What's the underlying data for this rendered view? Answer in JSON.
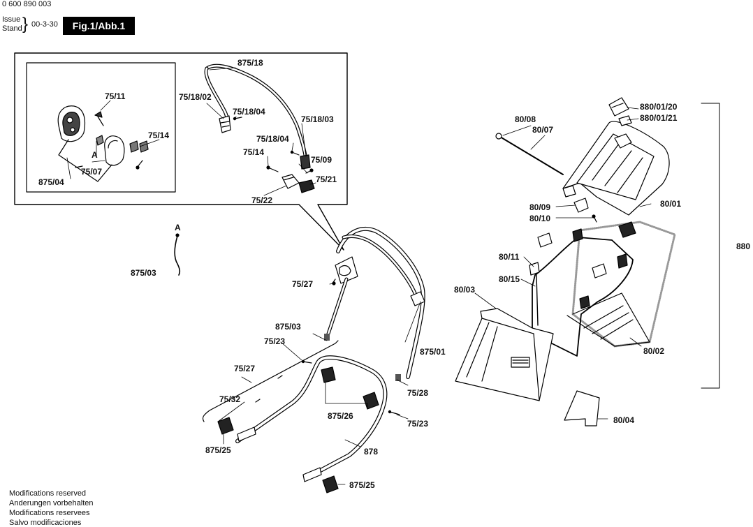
{
  "header": {
    "part_number": "0 600 890 003",
    "issue_label": "Issue",
    "stand_label": "Stand",
    "date": "00-3-30",
    "figure": "Fig.1/Abb.1"
  },
  "labels": {
    "l875_18": "875/18",
    "l75_11": "75/11",
    "l75_18_02": "75/18/02",
    "l75_18_04a": "75/18/04",
    "l75_18_03": "75/18/03",
    "l75_18_04b": "75/18/04",
    "l75_14a": "75/14",
    "lA1": "A",
    "l75_07": "75/07",
    "l875_04": "875/04",
    "l75_14b": "75/14",
    "l75_09": "75/09",
    "l75_21": "75/21",
    "l75_22": "75/22",
    "lA2": "A",
    "l875_03a": "875/03",
    "l75_27a": "75/27",
    "l875_03b": "875/03",
    "l75_23a": "75/23",
    "l875_01": "875/01",
    "l75_27b": "75/27",
    "l75_32": "75/32",
    "l75_28": "75/28",
    "l875_26": "875/26",
    "l75_23b": "75/23",
    "l875_25a": "875/25",
    "l878": "878",
    "l875_25b": "875/25",
    "l80_08": "80/08",
    "l80_07": "80/07",
    "l880_01_20": "880/01/20",
    "l880_01_21": "880/01/21",
    "l80_09": "80/09",
    "l80_10": "80/10",
    "l80_01": "80/01",
    "l880": "880",
    "l80_11": "80/11",
    "l80_15": "80/15",
    "l80_03": "80/03",
    "l80_02": "80/02",
    "l80_04": "80/04"
  },
  "footer": {
    "en": "Modifications reserved",
    "de": "Anderungen vorbehalten",
    "fr": "Modifications reservees",
    "es": "Salvo modificaciones"
  }
}
